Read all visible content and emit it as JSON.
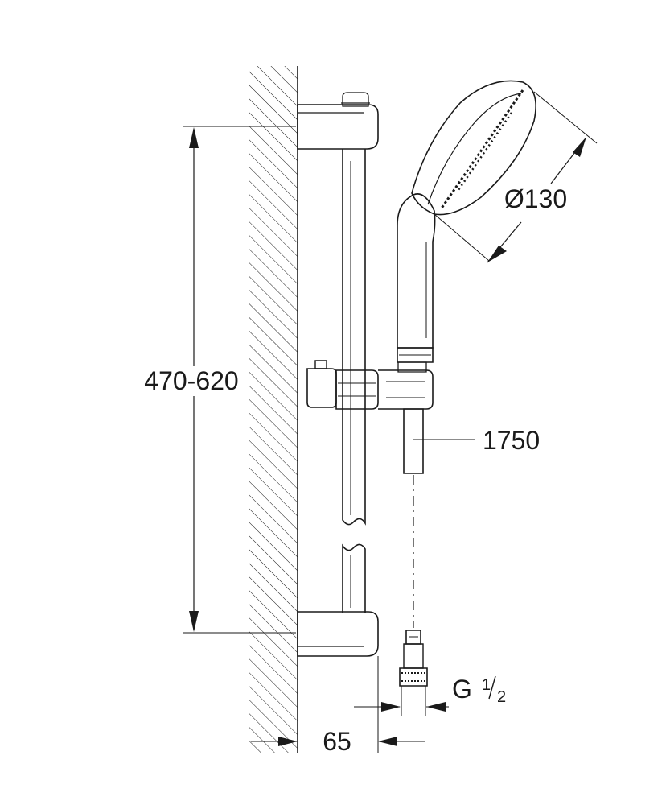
{
  "drawing": {
    "dimensions": {
      "height_range": "470-620",
      "head_diameter": "Ø130",
      "hose_length": "1750",
      "wall_offset": "65",
      "thread_prefix": "G",
      "thread_num": "1",
      "thread_den": "2"
    }
  }
}
